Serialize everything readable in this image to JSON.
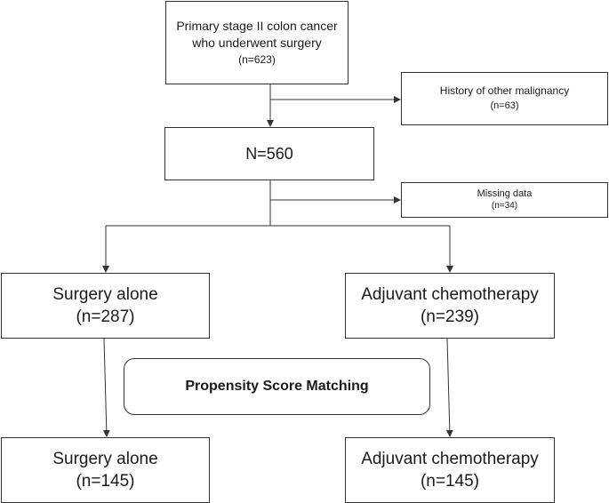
{
  "boxes": {
    "primary": {
      "line1": "Primary stage II colon cancer",
      "line2": "who underwent surgery",
      "count": "(n=623)"
    },
    "history": {
      "label": "History of other malignancy",
      "count": "(n=63)"
    },
    "total": {
      "label": "N=560"
    },
    "missing": {
      "label": "Missing data",
      "count": "(n=34)"
    },
    "surgery_before": {
      "label": "Surgery alone",
      "count": "(n=287)"
    },
    "adjuvant_before": {
      "label": "Adjuvant chemotherapy",
      "count": "(n=239)"
    },
    "psm": {
      "label": "Propensity Score Matching"
    },
    "surgery_after": {
      "label": "Surgery alone",
      "count": "(n=145)"
    },
    "adjuvant_after": {
      "label": "Adjuvant chemotherapy",
      "count": "(n=145)"
    }
  }
}
